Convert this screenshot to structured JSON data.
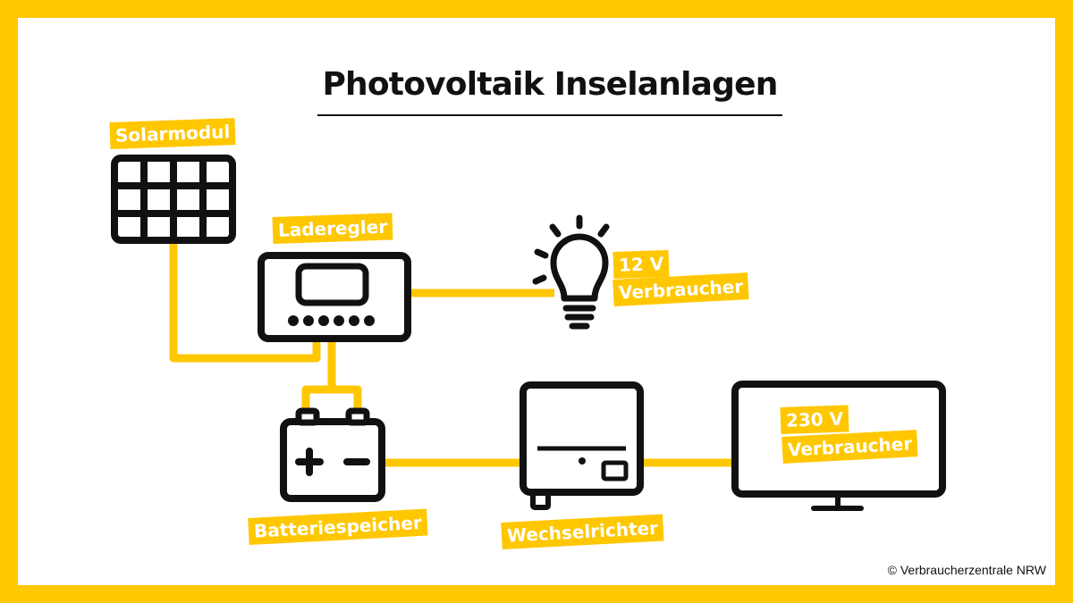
{
  "title": "Photovoltaik Inselanlagen",
  "labels": {
    "solarmodul": "Solarmodul",
    "laderegler": "Laderegler",
    "consumer_12v_voltage": "12 V",
    "consumer_12v_text": "Verbraucher",
    "consumer_230v_voltage": "230 V",
    "consumer_230v_text": "Verbraucher",
    "batteriespeicher": "Batteriespeicher",
    "wechselrichter": "Wechselrichter"
  },
  "copyright": "© Verbraucherzentrale NRW",
  "icons": [
    "solar-panel-icon",
    "charge-controller-icon",
    "light-bulb-icon",
    "battery-icon",
    "inverter-icon",
    "tv-monitor-icon"
  ],
  "colors": {
    "accent": "#FFC700",
    "line": "#111111",
    "background": "#ffffff"
  }
}
